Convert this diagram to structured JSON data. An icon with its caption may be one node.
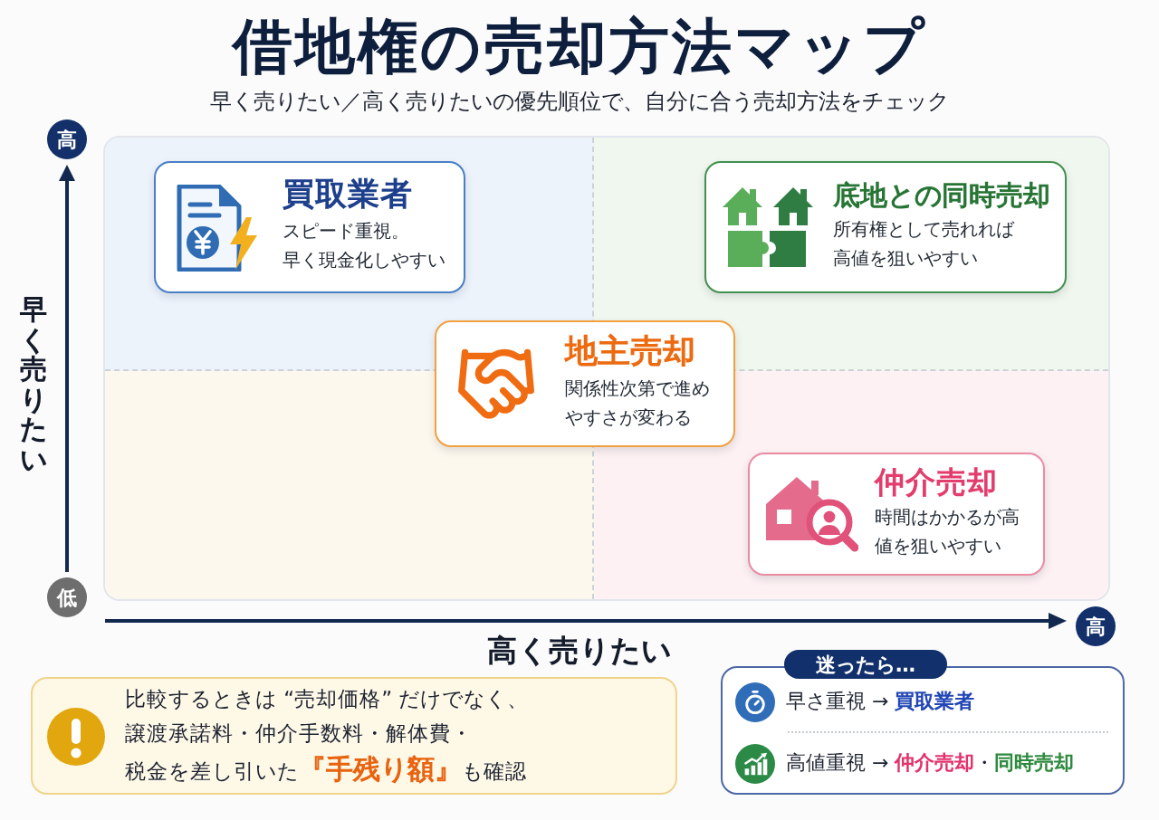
{
  "diagram": {
    "title": "借地権の売却方法マップ",
    "nodes": [
      {
        "text": [
          "買取業者",
          "スピード重視。早く現金化しやすい"
        ]
      },
      {
        "text": [
          "底地との同時売却",
          "所有権として売れれば高値を狙いやすい"
        ]
      },
      {
        "text": [
          "地主売却",
          "関係性次第で進めやすさが変わる"
        ]
      },
      {
        "text": [
          "仲介売却",
          "時間はかかるが高値を狙いやすい"
        ]
      },
      {
        "text": [
          "比較するときは “売却価格” だけでなく、譲渡承諾料・仲介手数料・解体費・税金を差し引いた**『手残り額』**も確認"
        ]
      },
      {
        "text": [
          "迷ったら…",
          "早さ重視 → **買取業者**",
          "高値重視 → **仲介売却**・**同時売却**"
        ]
      }
    ],
    "labels": [
      "早く売りたい／高く売りたいの優先順位で、自分に合う売却方法をチェック",
      "高",
      "早く売りたい",
      "低",
      "高",
      "高く売りたい"
    ]
  }
}
